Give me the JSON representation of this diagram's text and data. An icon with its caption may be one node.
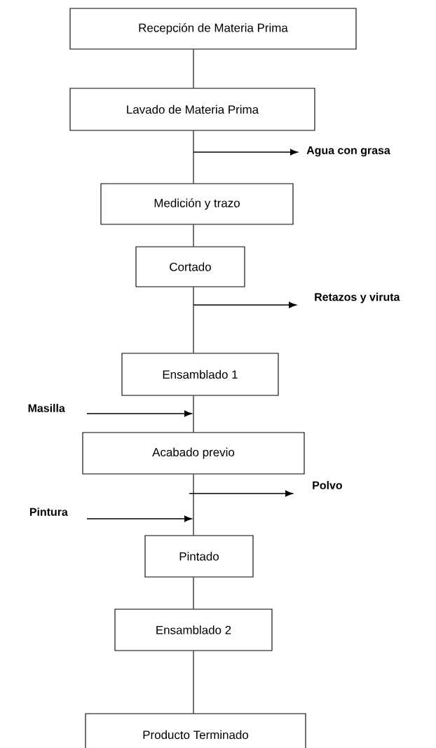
{
  "diagram": {
    "nodes": [
      {
        "text": [
          "Recepción de Materia Prima"
        ]
      },
      {
        "text": [
          "Lavado de Materia Prima"
        ]
      },
      {
        "text": [
          "Medición y trazo"
        ]
      },
      {
        "text": [
          "Cortado"
        ]
      },
      {
        "text": [
          "Ensamblado 1"
        ]
      },
      {
        "text": [
          "Acabado previo"
        ]
      },
      {
        "text": [
          "Pintado"
        ]
      },
      {
        "text": [
          "Ensamblado 2"
        ]
      },
      {
        "text": [
          "Producto Terminado"
        ]
      },
      {
        "text": [
          "Agua con grasa"
        ]
      },
      {
        "text": [
          "Retazos y viruta"
        ]
      },
      {
        "text": [
          "Masilla"
        ]
      },
      {
        "text": [
          "Polvo"
        ]
      },
      {
        "text": [
          "Pintura"
        ]
      }
    ],
    "edges": [
      {
        "from": 0,
        "to": 1,
        "arrow": "none"
      },
      {
        "from": 1,
        "to": 2,
        "arrow": "none"
      },
      {
        "from": 2,
        "to": 3,
        "arrow": "none"
      },
      {
        "from": 3,
        "to": 4,
        "arrow": "none"
      },
      {
        "from": 4,
        "to": 5,
        "arrow": "none"
      },
      {
        "from": 5,
        "to": 6,
        "arrow": "none"
      },
      {
        "from": 6,
        "to": 7,
        "arrow": "none"
      },
      {
        "from": 7,
        "to": 8,
        "arrow": "none"
      },
      {
        "from": null,
        "to": 9,
        "arrow": "to"
      },
      {
        "from": null,
        "to": 10,
        "arrow": "to"
      },
      {
        "from": 11,
        "to": null,
        "arrow": "to"
      },
      {
        "from": null,
        "to": 12,
        "arrow": "to"
      },
      {
        "from": 13,
        "to": null,
        "arrow": "to"
      }
    ]
  }
}
